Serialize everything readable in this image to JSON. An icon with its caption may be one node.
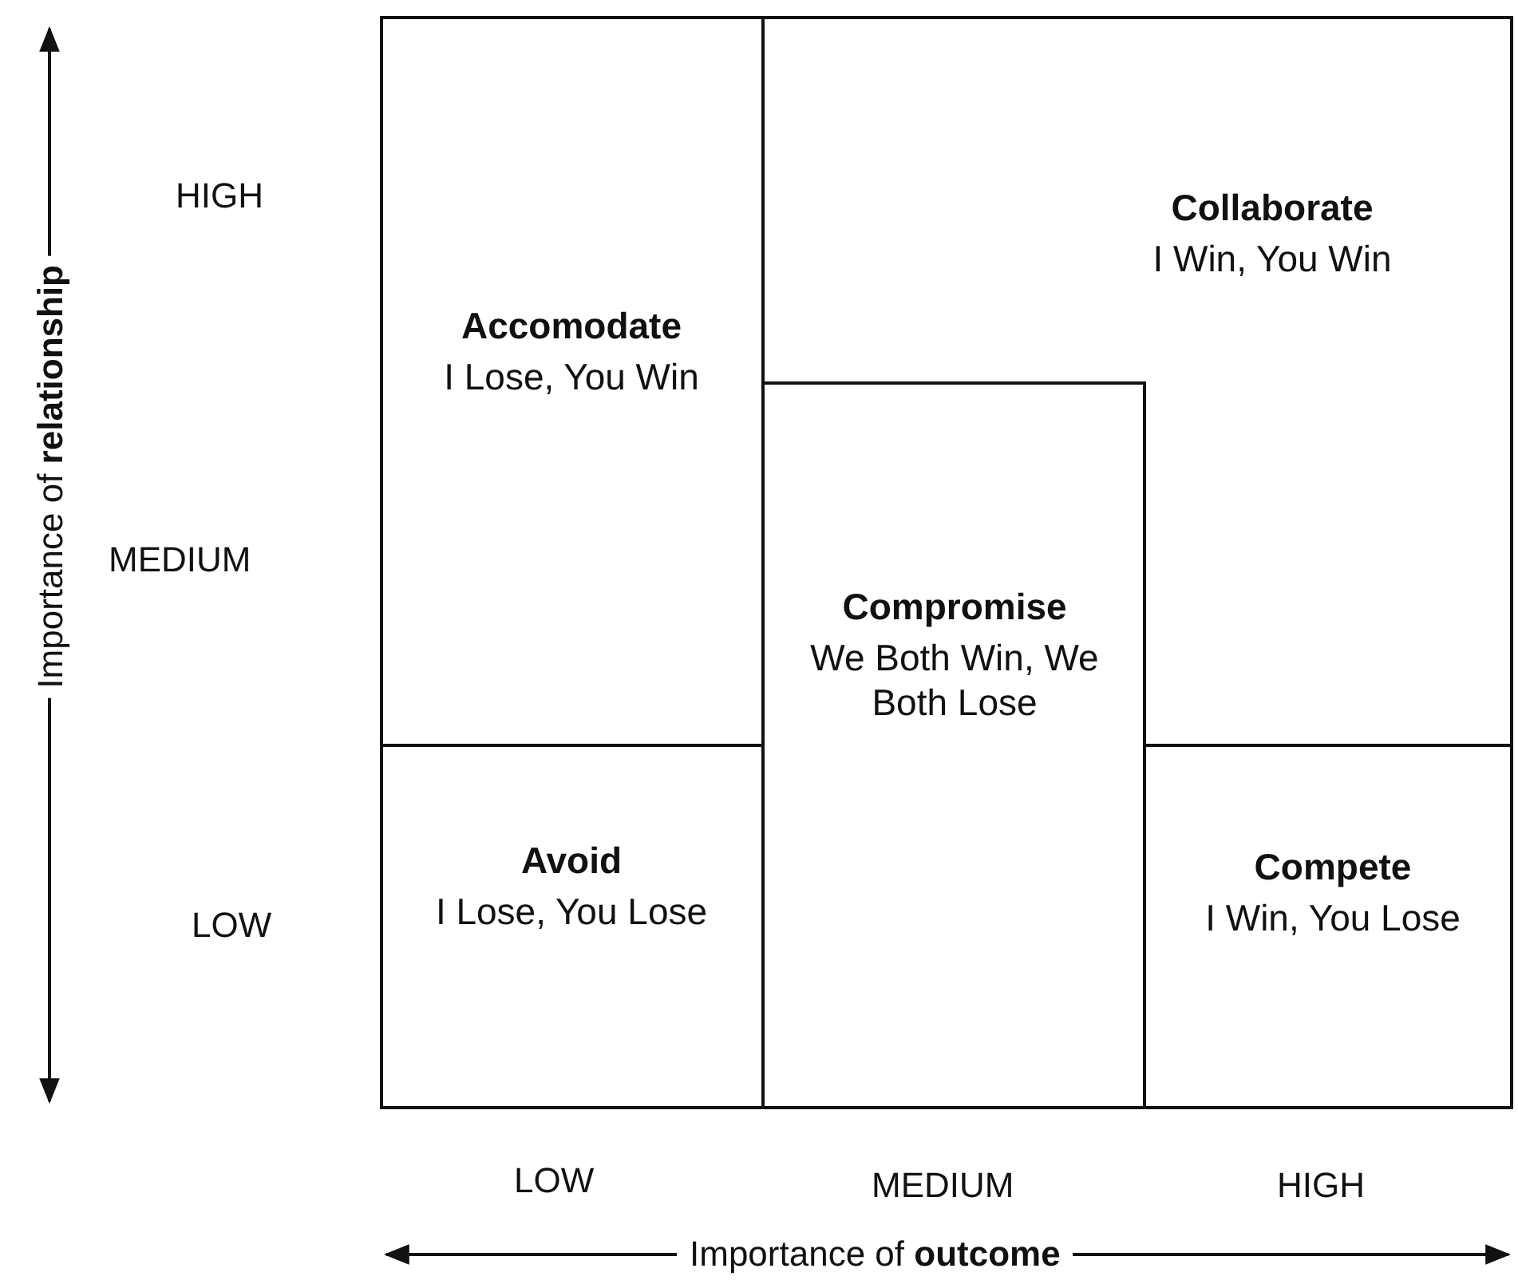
{
  "diagram": {
    "nodes": [
      {
        "text": [
          "Accomodate",
          "I Lose, You Win"
        ]
      },
      {
        "text": [
          "Collaborate",
          "I Win, You Win"
        ]
      },
      {
        "text": [
          "Compromise",
          "We Both Win, We Both Lose"
        ]
      },
      {
        "text": [
          "Avoid",
          "I Lose, You Lose"
        ]
      },
      {
        "text": [
          "Compete",
          "I Win, You Lose"
        ]
      }
    ],
    "edges": [],
    "labels": [
      "Importance of **relationship**",
      "HIGH",
      "MEDIUM",
      "LOW",
      "LOW",
      "MEDIUM",
      "HIGH",
      "Importance of **outcome**"
    ]
  }
}
